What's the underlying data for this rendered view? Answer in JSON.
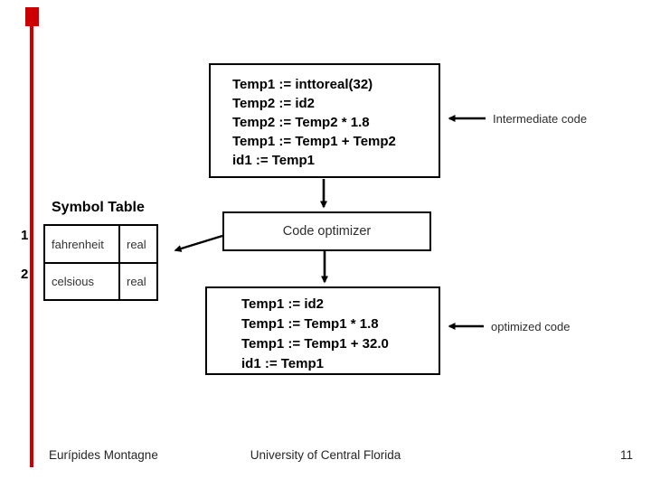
{
  "intermediate_code": {
    "label": "Intermediate code",
    "lines": [
      "Temp1 := inttoreal(32)",
      "Temp2 := id2",
      "Temp2 := Temp2 * 1.8",
      "Temp1 := Temp1 + Temp2",
      "id1 := Temp1"
    ]
  },
  "code_optimizer": {
    "label": "Code optimizer"
  },
  "optimized_code": {
    "label": "optimized code",
    "lines": [
      "Temp1 := id2",
      "Temp1 := Temp1 * 1.8",
      "Temp1 := Temp1 + 32.0",
      "id1 := Temp1"
    ]
  },
  "symbol_table": {
    "title": "Symbol Table",
    "rows": [
      {
        "index": "1",
        "name": "fahrenheit",
        "type": "real"
      },
      {
        "index": "2",
        "name": "celsious",
        "type": "real"
      }
    ]
  },
  "footer": {
    "author": "Eurípides Montagne",
    "institution": "University of Central Florida",
    "page_number": "11"
  },
  "colors": {
    "accent_red": "#cc0000",
    "arrow_black": "#000000"
  }
}
